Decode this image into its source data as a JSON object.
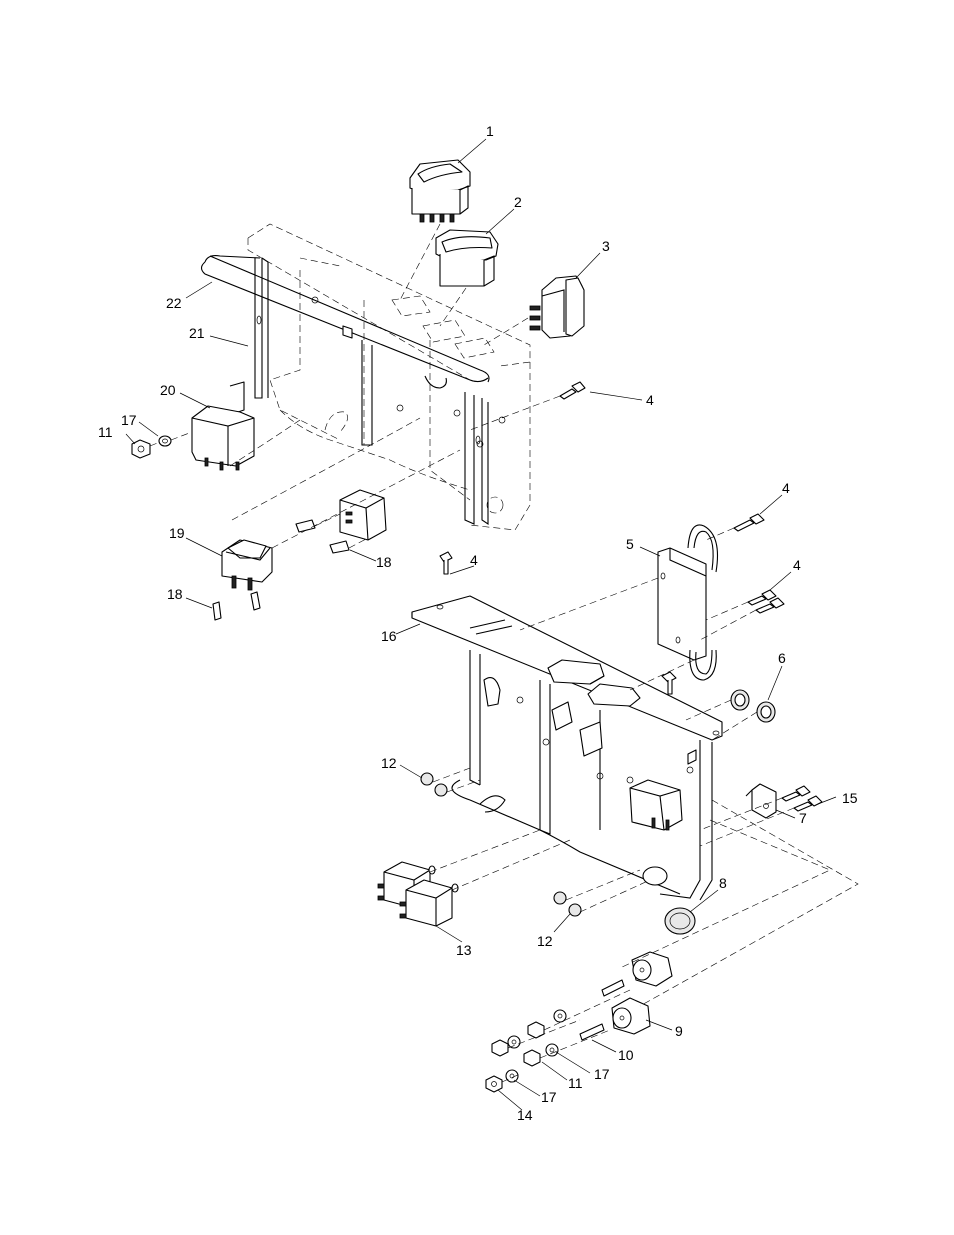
{
  "callouts": [
    {
      "id": "c1",
      "label": "1"
    },
    {
      "id": "c2",
      "label": "2"
    },
    {
      "id": "c3",
      "label": "3"
    },
    {
      "id": "c4a",
      "label": "4"
    },
    {
      "id": "c4b",
      "label": "4"
    },
    {
      "id": "c4c",
      "label": "4"
    },
    {
      "id": "c4d",
      "label": "4"
    },
    {
      "id": "c5",
      "label": "5"
    },
    {
      "id": "c6",
      "label": "6"
    },
    {
      "id": "c7",
      "label": "7"
    },
    {
      "id": "c8",
      "label": "8"
    },
    {
      "id": "c9",
      "label": "9"
    },
    {
      "id": "c10",
      "label": "10"
    },
    {
      "id": "c11a",
      "label": "11"
    },
    {
      "id": "c11b",
      "label": "11"
    },
    {
      "id": "c12a",
      "label": "12"
    },
    {
      "id": "c12b",
      "label": "12"
    },
    {
      "id": "c13",
      "label": "13"
    },
    {
      "id": "c14",
      "label": "14"
    },
    {
      "id": "c15",
      "label": "15"
    },
    {
      "id": "c16",
      "label": "16"
    },
    {
      "id": "c17a",
      "label": "17"
    },
    {
      "id": "c17b",
      "label": "17"
    },
    {
      "id": "c17c",
      "label": "17"
    },
    {
      "id": "c18a",
      "label": "18"
    },
    {
      "id": "c18b",
      "label": "18"
    },
    {
      "id": "c19",
      "label": "19"
    },
    {
      "id": "c20",
      "label": "20"
    },
    {
      "id": "c21",
      "label": "21"
    },
    {
      "id": "c22",
      "label": "22"
    }
  ]
}
